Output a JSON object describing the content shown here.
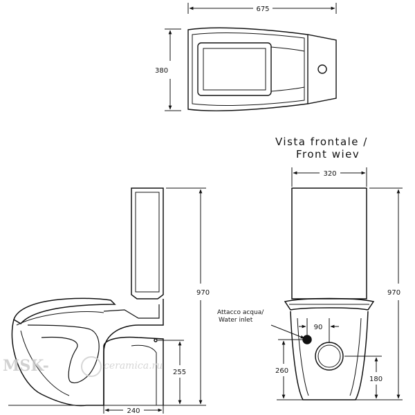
{
  "views": {
    "top": {
      "width_dim": "675",
      "depth_dim": "380"
    },
    "front": {
      "title_line1": "Vista frontale /",
      "title_line2": "Front wiev",
      "width_dim": "320",
      "height_dim": "970",
      "inlet_offset_dim": "90",
      "inlet_height_dim": "260",
      "outlet_height_dim": "180",
      "inlet_label_line1": "Attacco acqua/",
      "inlet_label_line2": "Water inlet"
    },
    "side": {
      "height_dim": "970",
      "outlet_height_dim": "255",
      "outlet_depth_dim": "240"
    }
  },
  "watermark": {
    "brand": "MSK-",
    "site": "ceramica.ru"
  }
}
